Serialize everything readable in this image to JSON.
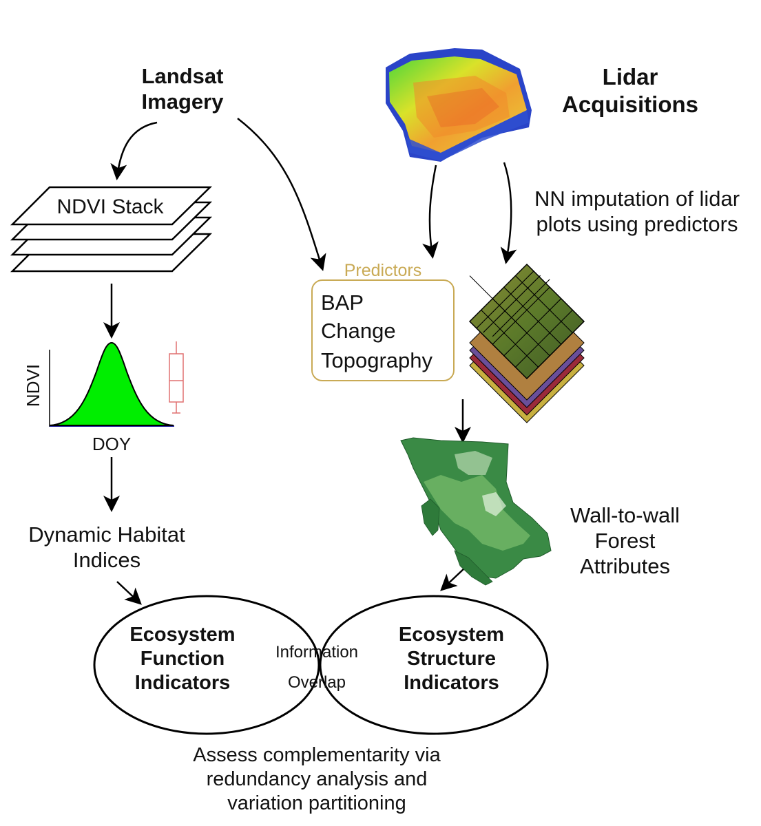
{
  "nodes": {
    "landsat": "Landsat\nImagery",
    "lidar": "Lidar\nAcquisitions",
    "ndvi_stack": "NDVI Stack",
    "nn_imputation": "NN imputation of lidar\nplots using predictors",
    "predictors": {
      "title": "Predictors",
      "items": [
        "BAP",
        "Change",
        "Topography"
      ]
    },
    "ndvi_axis": "NDVI",
    "doy_axis": "DOY",
    "dhi": "Dynamic Habitat\nIndices",
    "wall_to_wall": "Wall-to-wall\nForest\nAttributes",
    "function": "Ecosystem\nFunction\nIndicators",
    "structure": "Ecosystem\nStructure\nIndicators",
    "overlap": "Information\nOverlap",
    "assess": "Assess complementarity via\nredundancy analysis and\nvariation partitioning"
  },
  "colors": {
    "predictor_accent": "#c9aa55",
    "curve_fill": "#00ee00",
    "boxplot": "#e07070",
    "map_green": "#2f7d3a"
  }
}
